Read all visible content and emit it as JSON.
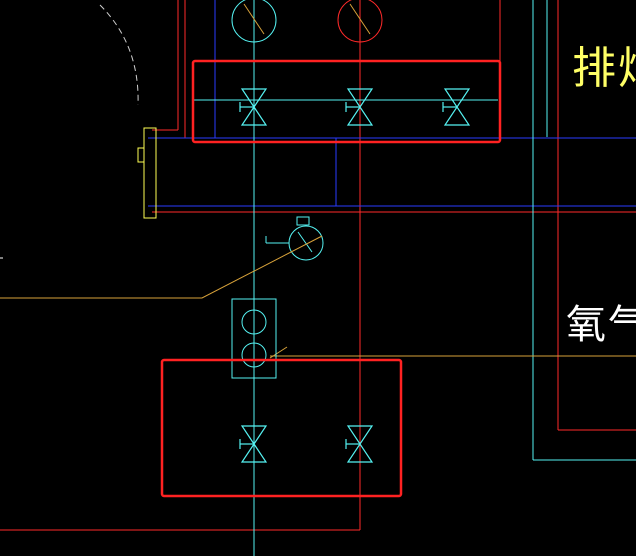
{
  "labels": {
    "exhaust": "排烟",
    "oxygen": "氧气"
  },
  "colors": {
    "background": "#000000",
    "cyan_pipe": "#55f2f2",
    "red_pipe": "#ff2a2a",
    "blue_pipe": "#2a3cff",
    "yellow_outline": "#ffff55",
    "orange_leader": "#d8a23a",
    "highlight_box": "#ff2222",
    "white_line": "#ffffff"
  },
  "components": {
    "gauges_top": [
      "pressure-gauge-cyan",
      "pressure-gauge-red"
    ],
    "valves_top": [
      "gate-valve",
      "gate-valve",
      "gate-valve"
    ],
    "valves_bottom": [
      "gate-valve",
      "gate-valve"
    ],
    "middle_gauge": "pressure-gauge",
    "regulator": "pressure-regulator"
  }
}
